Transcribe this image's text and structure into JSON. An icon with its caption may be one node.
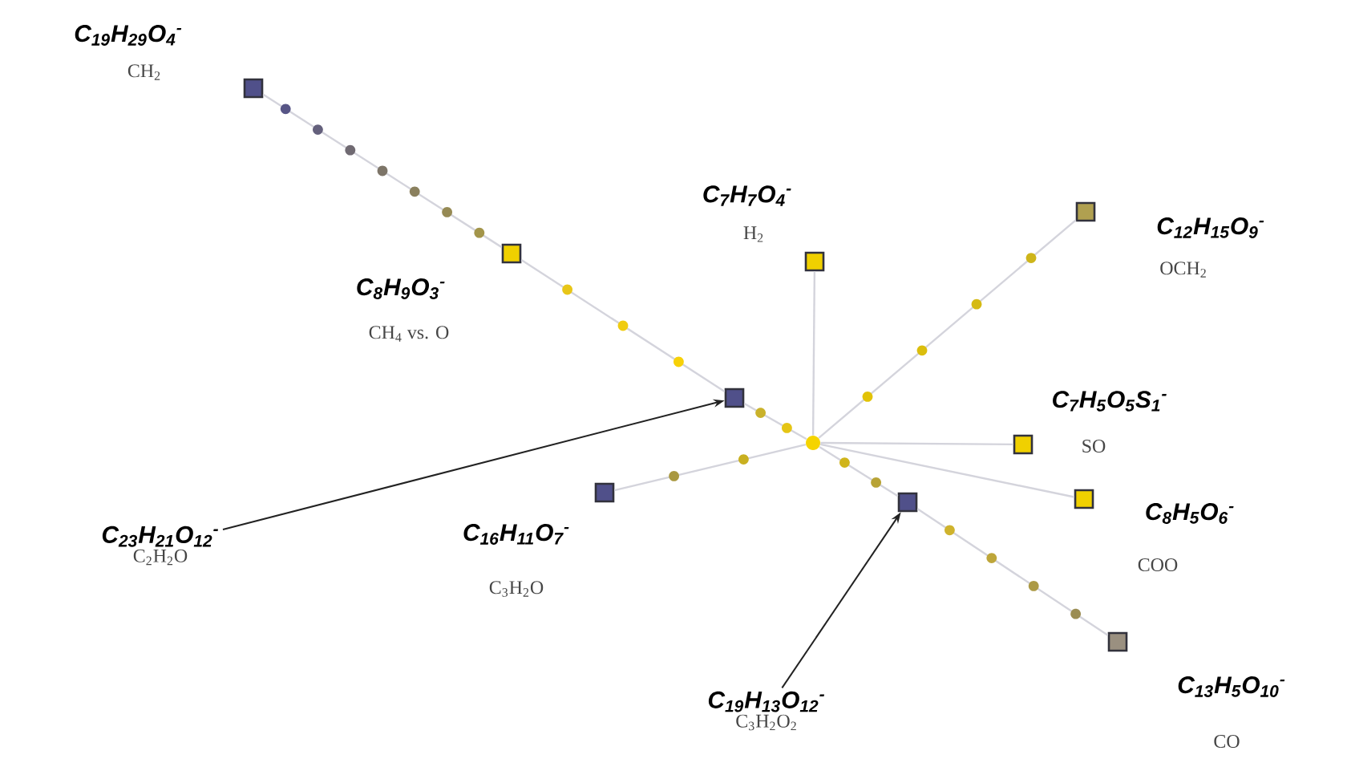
{
  "diagram": {
    "nodes": [
      {
        "text": [],
        "shape": "circle"
      },
      {
        "text": [
          "C$_{19}$H$_{29}$O$_{4}$$^{-}$",
          "CH$_{2}$"
        ]
      },
      {
        "text": [
          "C$_{8}$H$_{9}$O$_{3}$$^{-}$",
          "CH$_{4}$ vs. O"
        ]
      },
      {
        "text": [
          "C$_{7}$H$_{7}$O$_{4}$$^{-}$",
          "H$_{2}$"
        ]
      },
      {
        "text": [
          "C$_{12}$H$_{15}$O$_{9}$$^{-}$",
          "OCH$_{2}$"
        ]
      },
      {
        "text": [
          "C$_{7}$H$_{5}$O$_{5}$S$_{1}$$^{-}$",
          "SO"
        ]
      },
      {
        "text": [
          "C$_{8}$H$_{5}$O$_{6}$$^{-}$",
          "COO"
        ]
      },
      {
        "text": [
          "C$_{13}$H$_{5}$O$_{10}$$^{-}$",
          "CO"
        ]
      },
      {
        "text": [
          "C$_{16}$H$_{11}$O$_{7}$$^{-}$",
          "C$_{3}$H$_{2}$O"
        ]
      },
      {
        "text": [],
        "shape": "box"
      },
      {
        "text": [],
        "shape": "box"
      },
      {
        "text": [
          "C$_{23}$H$_{21}$O$_{12}$$^{-}$",
          "C$_{2}$H$_{2}$O"
        ]
      },
      {
        "text": [
          "C$_{19}$H$_{13}$O$_{12}$$^{-}$",
          "C$_{3}$H$_{2}$O$_{2}$"
        ]
      }
    ],
    "edges": [
      {
        "from": 0,
        "to": 9,
        "arrow": "none"
      },
      {
        "from": 9,
        "to": 2,
        "arrow": "none"
      },
      {
        "from": 2,
        "to": 1,
        "arrow": "none"
      },
      {
        "from": 0,
        "to": 3,
        "arrow": "none"
      },
      {
        "from": 0,
        "to": 4,
        "arrow": "none"
      },
      {
        "from": 0,
        "to": 5,
        "arrow": "none"
      },
      {
        "from": 0,
        "to": 6,
        "arrow": "none"
      },
      {
        "from": 0,
        "to": 10,
        "arrow": "none"
      },
      {
        "from": 10,
        "to": 7,
        "arrow": "none"
      },
      {
        "from": 0,
        "to": 8,
        "arrow": "none"
      },
      {
        "from": 11,
        "to": 9,
        "arrow": "to",
        "color": "#222222"
      },
      {
        "from": 12,
        "to": 10,
        "arrow": "to",
        "color": "#222222"
      }
    ]
  }
}
